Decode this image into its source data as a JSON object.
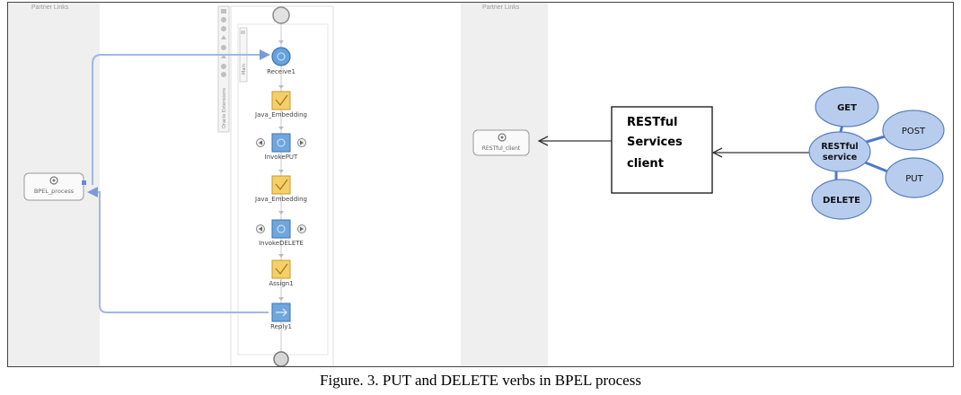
{
  "left_panel": {
    "partner_links_label": "Partner Links",
    "partner_label": "BPEL_process",
    "scope_label": "Main",
    "component_palette_label": "Oracle Extensions",
    "activities": [
      "Receive1",
      "Java_Embedding",
      "InvokePUT",
      "Java_Embedding",
      "InvokeDELETE",
      "Assign1",
      "Reply1"
    ]
  },
  "right_panel": {
    "partner_links_label": "Partner Links",
    "partner_label": "RESTful_client",
    "client_box_lines": [
      "RESTful",
      "Services",
      "client"
    ],
    "service_center": [
      "RESTful",
      "service"
    ],
    "verbs": [
      "GET",
      "POST",
      "PUT",
      "DELETE"
    ]
  },
  "colors": {
    "node_blue": "#b8cdee",
    "node_stroke": "#5a7fc0",
    "connector": "#9db8e6",
    "yellow": "#f4cf6a"
  },
  "caption": "Figure. 3. PUT and DELETE verbs in BPEL process"
}
